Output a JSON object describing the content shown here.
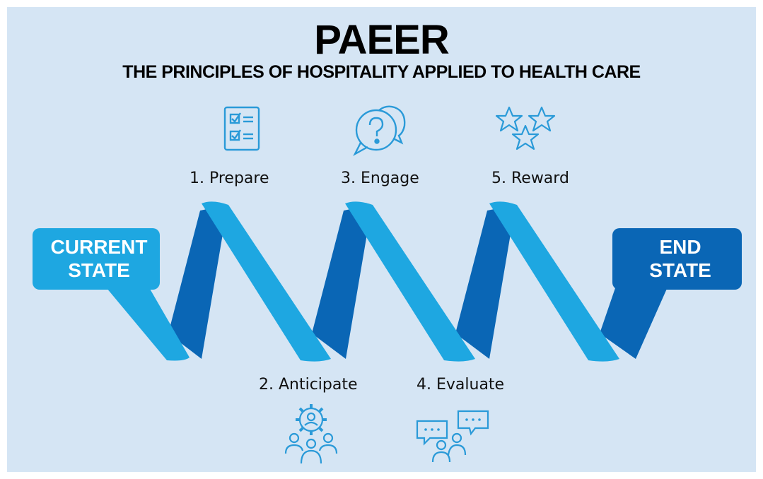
{
  "header": {
    "title": "PAEER",
    "subtitle": "THE PRINCIPLES OF HOSPITALITY APPLIED TO HEALTH CARE"
  },
  "states": {
    "current_line1": "CURRENT",
    "current_line2": "STATE",
    "end_line1": "END",
    "end_line2": "STATE"
  },
  "steps": [
    {
      "label": "1. Prepare",
      "icon": "checklist-icon"
    },
    {
      "label": "2. Anticipate",
      "icon": "team-gear-icon"
    },
    {
      "label": "3. Engage",
      "icon": "question-bubble-icon"
    },
    {
      "label": "4. Evaluate",
      "icon": "conversation-icon"
    },
    {
      "label": "5. Reward",
      "icon": "stars-icon"
    }
  ],
  "colors": {
    "background": "#d5e5f4",
    "light_blue": "#1ea7e1",
    "dark_blue": "#0a66b5",
    "icon_blue": "#2a9ad8"
  }
}
